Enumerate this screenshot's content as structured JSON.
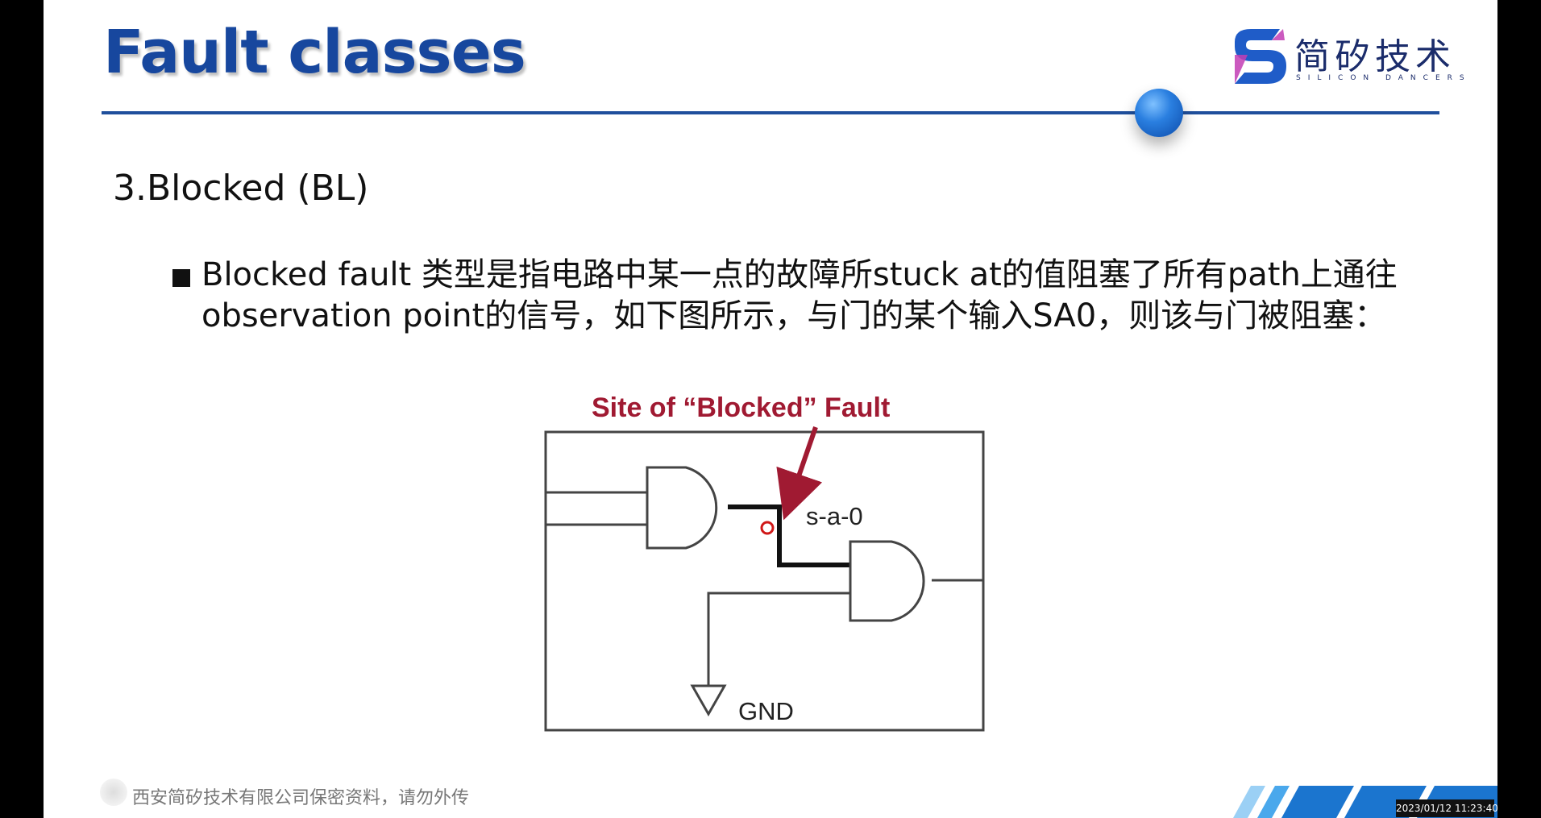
{
  "slide": {
    "title": "Fault classes",
    "logo": {
      "brand_cn": "简矽技术",
      "brand_en": "SILICON DANCERS"
    },
    "heading": "3.Blocked (BL)",
    "bullet_text": "Blocked fault 类型是指电路中某一点的故障所stuck at的值阻塞了所有path上通往observation point的信号，如下图所示，与门的某个输入SA0，则该与门被阻塞：",
    "diagram": {
      "fault_label": "Site of “Blocked” Fault",
      "stuck_label": "s-a-0",
      "ground_label": "GND"
    },
    "footer": "西安简矽技术有限公司保密资料，请勿外传",
    "timestamp": "2023/01/12 11:23:40"
  },
  "colors": {
    "title": "#17479e",
    "fault_label": "#a01a32",
    "rule": "#1f4f9c"
  }
}
